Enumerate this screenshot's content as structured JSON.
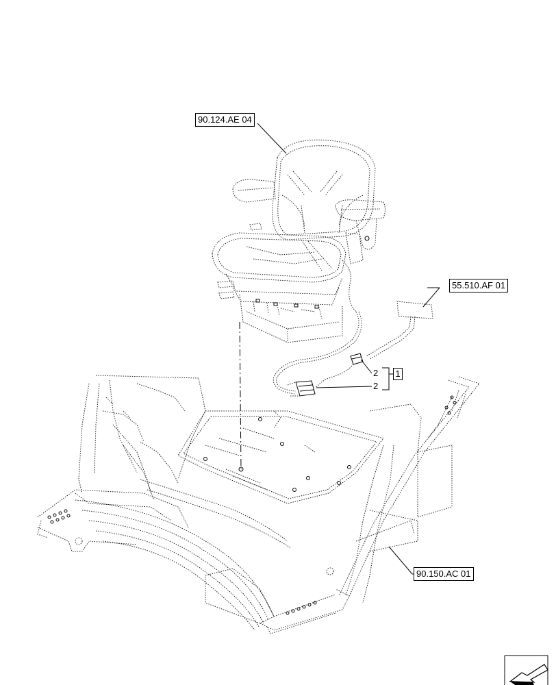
{
  "references": {
    "seat": "90.124.AE 04",
    "harness": "55.510.AF 01",
    "platform": "90.150.AC 01"
  },
  "callouts": {
    "item1": "1",
    "item2_upper": "2",
    "item2_lower": "2"
  },
  "icons": {
    "corner": "view-direction-arrow-icon"
  }
}
